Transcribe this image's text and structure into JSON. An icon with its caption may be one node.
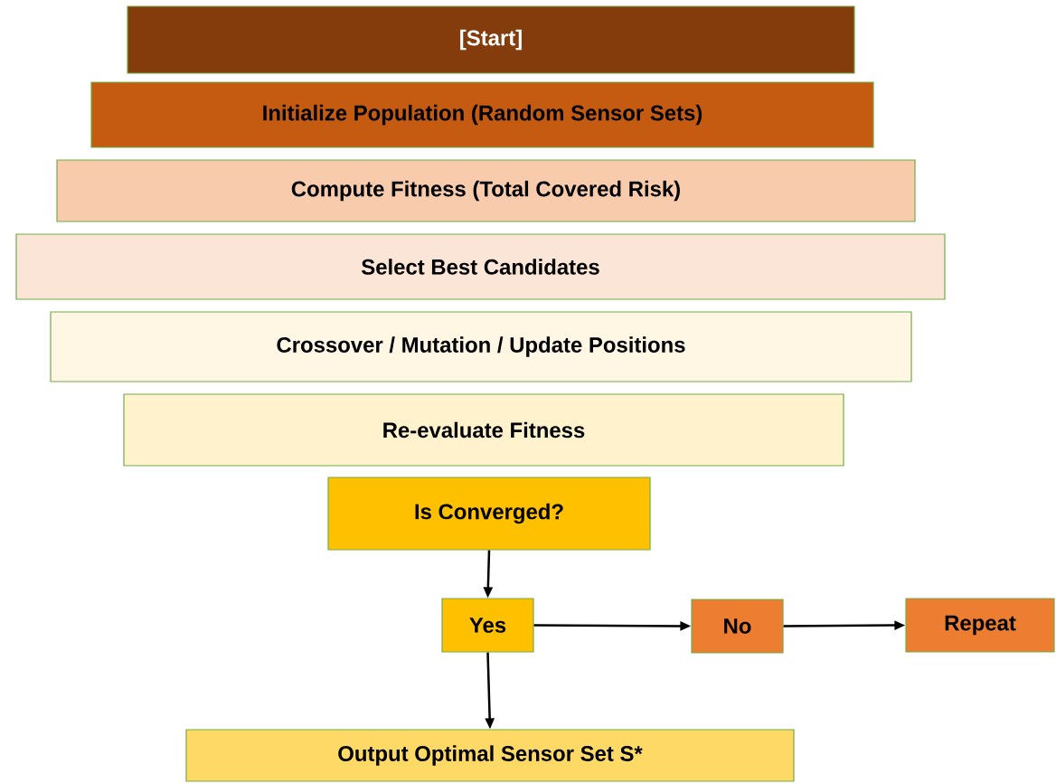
{
  "diagram": {
    "nodes": [
      {
        "text": [
          "[Start]"
        ]
      },
      {
        "text": [
          "Initialize Population (Random Sensor Sets)"
        ]
      },
      {
        "text": [
          "Compute Fitness (Total Covered Risk)"
        ]
      },
      {
        "text": [
          "Select Best Candidates"
        ]
      },
      {
        "text": [
          "Crossover / Mutation / Update Positions"
        ]
      },
      {
        "text": [
          "Re-evaluate Fitness"
        ]
      },
      {
        "text": [
          "Is Converged?"
        ]
      },
      {
        "text": [
          "Yes"
        ]
      },
      {
        "text": [
          "No"
        ]
      },
      {
        "text": [
          "Repeat"
        ]
      },
      {
        "text": [
          "Output Optimal Sensor Set S*"
        ]
      }
    ],
    "edges": [
      {
        "from": 6,
        "to": 7,
        "arrow": "to"
      },
      {
        "from": 7,
        "to": 8,
        "arrow": "to"
      },
      {
        "from": 8,
        "to": 9,
        "arrow": "to"
      },
      {
        "from": 7,
        "to": 10,
        "arrow": "to"
      }
    ]
  }
}
